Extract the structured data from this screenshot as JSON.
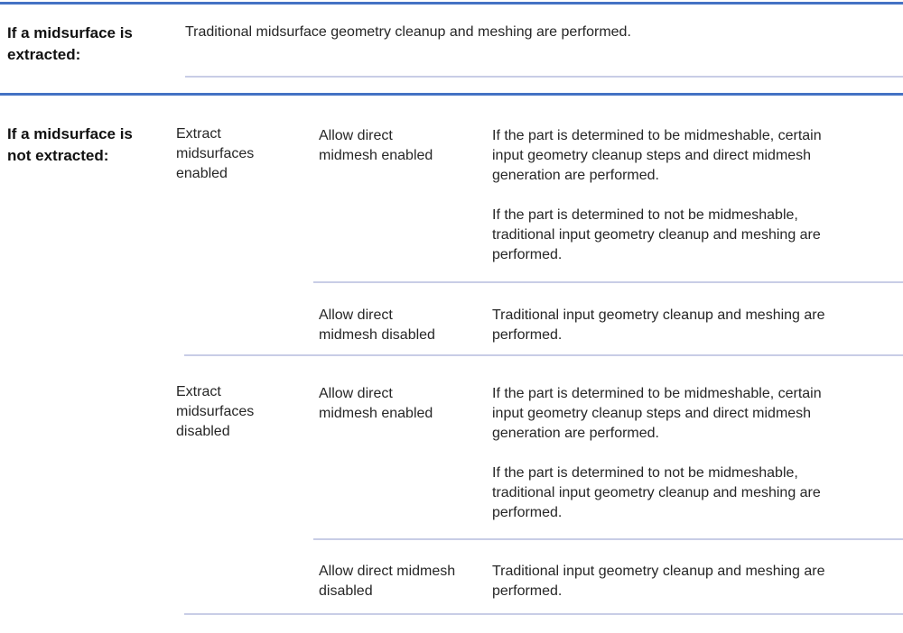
{
  "colors": {
    "accent_rule_blue": "#4472c4",
    "separator_rule_light": "#c8cde6",
    "body_text": "#262626",
    "heading_text": "#111111"
  },
  "table": {
    "row_extracted": {
      "label": "If a midsurface is\nextracted:",
      "result": "Traditional midsurface geometry cleanup and meshing are performed."
    },
    "row_not_extracted": {
      "label": "If a midsurface is\nnot extracted:",
      "groups": [
        {
          "option": "Extract\nmidsurfaces\nenabled",
          "cases": [
            {
              "condition": "Allow direct\nmidmesh enabled",
              "results": [
                "If the part is determined to be midmeshable, certain\ninput geometry cleanup steps and direct midmesh\ngeneration are performed.",
                "If the part is determined to not be midmeshable,\ntraditional input geometry cleanup and meshing are\nperformed."
              ]
            },
            {
              "condition": "Allow direct\nmidmesh disabled",
              "results": [
                "Traditional input geometry cleanup and meshing are\nperformed."
              ]
            }
          ]
        },
        {
          "option": "Extract\nmidsurfaces\ndisabled",
          "cases": [
            {
              "condition": "Allow direct\nmidmesh enabled",
              "results": [
                "If the part is determined to be midmeshable, certain\ninput geometry cleanup steps and direct midmesh\ngeneration are performed.",
                "If the part is determined to not be midmeshable,\ntraditional input geometry cleanup and meshing are\nperformed."
              ]
            },
            {
              "condition": "Allow direct midmesh\ndisabled",
              "results": [
                "Traditional input geometry cleanup and meshing are\nperformed."
              ]
            }
          ]
        }
      ]
    }
  }
}
